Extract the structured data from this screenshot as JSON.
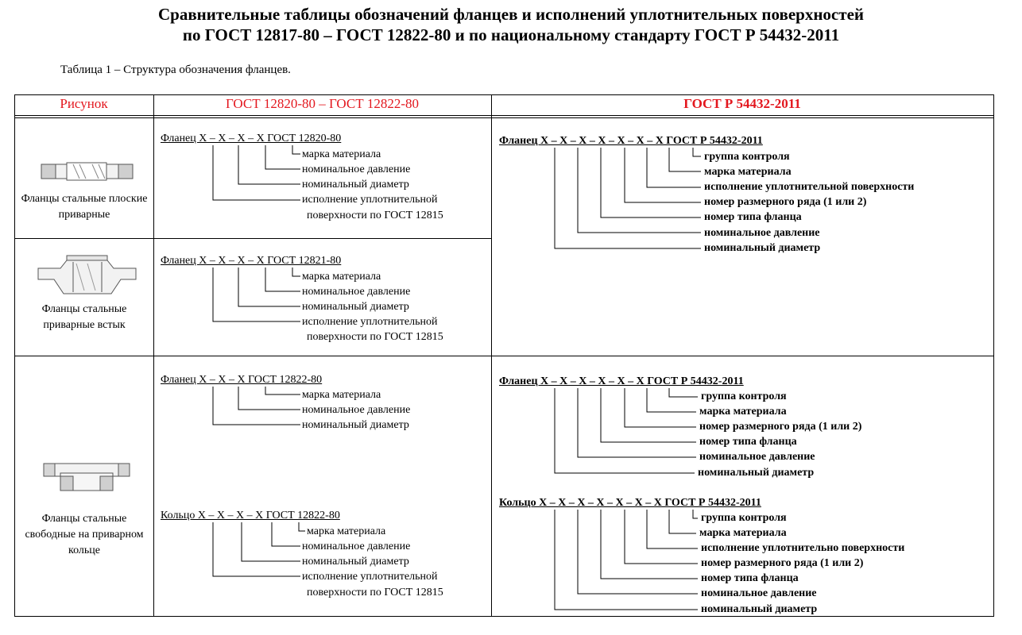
{
  "header": {
    "title_line1": "Сравнительные таблицы обозначений фланцев и исполнений уплотнительных поверхностей",
    "title_line2": "по ГОСТ 12817-80 – ГОСТ 12822-80 и по национальному стандарту ГОСТ Р 54432-2011",
    "table_caption": "Таблица 1 – Структура обозначения фланцев."
  },
  "table": {
    "col_headers": [
      "Рисунок",
      "ГОСТ 12820-80 – ГОСТ 12822-80",
      "ГОСТ Р 54432-2011"
    ],
    "header_color": "#e3171e"
  },
  "row1": {
    "figure_label": "Фланцы стальные плоские приварные",
    "code": "Фланец  X  – X  – X  – X  ГОСТ 12820-80",
    "parts": [
      "марка материала",
      "номинальное давление",
      "номинальный диаметр",
      "исполнение уплотнительной",
      "поверхности по ГОСТ 12815"
    ]
  },
  "row2": {
    "figure_label": "Фланцы стальные приварные встык",
    "code": "Фланец  X  – X  – X  – X  ГОСТ 12821-80",
    "parts": [
      "марка материала",
      "номинальное давление",
      "номинальный диаметр",
      "исполнение уплотнительной",
      "поверхности по ГОСТ 12815"
    ]
  },
  "right_top": {
    "code": "Фланец  X – X – X – X – X – X – X  ГОСТ Р 54432-2011",
    "parts": [
      "группа контроля",
      "марка материала",
      "исполнение уплотнительной поверхности",
      "номер размерного ряда (1 или 2)",
      "номер типа фланца",
      "номинальное давление",
      "номинальный диаметр"
    ]
  },
  "row3": {
    "figure_label": "Фланцы стальные свободные на приварном кольце",
    "flange_code": "Фланец  X  – X  – X         ГОСТ 12822-80",
    "flange_parts": [
      "марка материала",
      "номинальное давление",
      "номинальный диаметр"
    ],
    "ring_code": "Кольцо  X  –  X  –  X  –  X   ГОСТ 12822-80",
    "ring_parts": [
      "марка материала",
      "номинальное давление",
      "номинальный диаметр",
      "исполнение уплотнительной",
      "поверхности по ГОСТ 12815"
    ]
  },
  "right_bottom": {
    "flange_code": "Фланец  X – X – X – X – X – X        ГОСТ Р 54432-2011",
    "flange_parts": [
      "группа контроля",
      "марка материала",
      "номер размерного ряда (1 или 2)",
      "номер типа фланца",
      "номинальное  давление",
      "номинальный диаметр"
    ],
    "ring_code": "Кольцо  X – X – X – X – X – X – X  ГОСТ Р 54432-2011",
    "ring_parts": [
      "группа контроля",
      "марка материала",
      "исполнение уплотнительно поверхности",
      "номер размерного ряда (1 или 2)",
      "номер типа фланца",
      "номинальное давление",
      "номинальный диаметр"
    ]
  }
}
